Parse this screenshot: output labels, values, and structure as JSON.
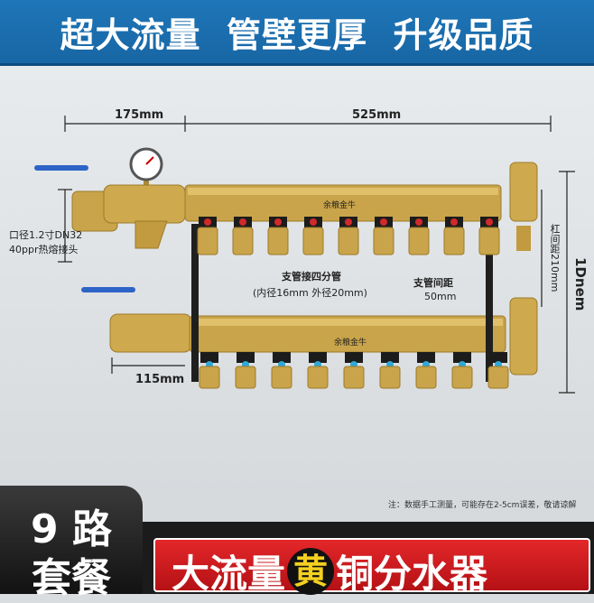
{
  "banner": {
    "text": "超大流量  管壁更厚  升级品质"
  },
  "dimensions": {
    "left_len": "175mm",
    "right_len": "525mm",
    "bottom_len": "115mm",
    "height_len": "1Dnem",
    "spacing_vertical": "杠间距210mm"
  },
  "labels": {
    "inlet_line1": "口径1.2寸DN32",
    "inlet_line2": "40ppr热熔接头",
    "branch_title": "支管接四分管",
    "branch_detail": "(内径16mm  外径20mm)",
    "spacing_title": "支管间距",
    "spacing_value": "50mm",
    "brand_top": "余粮金牛",
    "brand_bottom": "余粮金牛",
    "note": "注：数据手工测量，可能存在2-5cm误差，敬请谅解"
  },
  "combo": {
    "line1": "9 路",
    "line2": "套餐"
  },
  "product": {
    "before": "大流量",
    "circle": "黄",
    "after": "铜分水器"
  },
  "colors": {
    "banner": "#1e76b8",
    "brass": "#c9a44a",
    "red": "#d81e22"
  },
  "outlet_count": 9
}
